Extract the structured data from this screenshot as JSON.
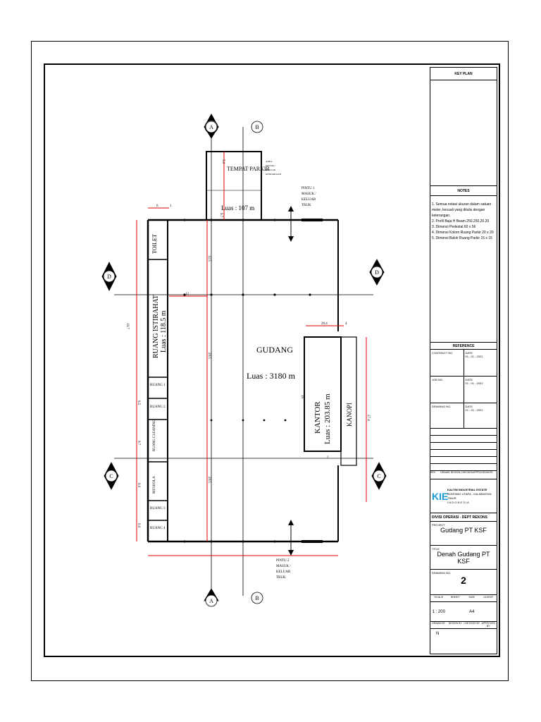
{
  "plan": {
    "gudang_label": "GUDANG",
    "gudang_area": "Luas : 3180 m",
    "kantor_label": "KANTOR",
    "kantor_area": "Luas : 203.85 m",
    "kanopi_label": "KANOPI",
    "tempat_parkir": "TEMPAT PARKIR",
    "parkir_area": "Luas : 107 m",
    "ruang_istirahat": "RUANG ISTIRAHAT",
    "istirahat_area": "Luas : 118.5 m",
    "toilet": "TOILET",
    "ruang_1": "RUANG 1",
    "ruang_2": "RUANG 2",
    "ruang_cleaning": "RUANG CLEANING",
    "mushola": "MUSHOLA",
    "ruang_3": "RUANG 3",
    "ruang_4": "RUANG 4",
    "pintu1": [
      "PINTU 1",
      "MASUK /",
      "KELUAR",
      "TRUK"
    ],
    "pintu2": [
      "PINTU 2",
      "MASUK /",
      "KELUAR",
      "TRUK"
    ],
    "area_masuk": [
      "AREA",
      "MASUK /",
      "KELUAR",
      "KENDARAAN"
    ],
    "section_a": "A",
    "section_b": "B",
    "section_c": "C",
    "section_d": "D",
    "dims": {
      "d_top": "6",
      "d_left_total": "19.7",
      "d_left_a": "9.5",
      "d_left_b": "9.7",
      "d_left_c": "6.0",
      "d_left_d": "6.0",
      "d_mid_12": "12",
      "d_mid_125": "12.5",
      "d_mid_205a": "20.5",
      "d_mid_205b": "20.5",
      "d_kanopi": "27.4",
      "d_kantor_w": "20.4",
      "d_kantor_h": "19",
      "d_two": "2",
      "d_four": "4",
      "d_one": "1",
      "d_parkir_h": "9.7",
      "d_parkir_w": "5.0"
    }
  },
  "titleblock": {
    "key_plan": "KEY PLAN",
    "notes_title": "NOTES",
    "notes": [
      "1. Semua notasi ukuran dalam satuan",
      "meter, kecuali yang ditulis dengan",
      "keterangan.",
      "2. Profil Baja H Beam 250.250.20.20",
      "3. Dimensi Pedestal 60 x 56",
      "4. Dimensi Kolom Ruang Parkir 20 x 20",
      "5. Dimensi Balok Ruang Parkir 15 x 15"
    ],
    "reference": "REFERENCE",
    "contract_no": "CONTRACT NO.",
    "job_no": "JOB NO.",
    "drawing_no": "DRAWING NO.",
    "date": "DATE",
    "date_val": "01 - 01 - 2021",
    "rev_cols": [
      "REV",
      "DRAWN",
      "DESIGN",
      "CHECKED",
      "APPROVED",
      "DATE"
    ],
    "company": "KALTIM INDUSTRIAL ESTATE",
    "company_sub": "BONTANG UTARA - KALIMANTAN TIMUR",
    "company_country": "I N D O N E S I A",
    "logo": "KIE",
    "division": "DIVISI OPERASI - DEPT REKONS",
    "project_label": "PROJECT",
    "project": "Gudang PT KSF",
    "title_label": "TITLE",
    "title": "Denah Gudang PT KSF",
    "drawing_no_label": "DRAWING NO.",
    "drawing_no_val": "2",
    "scale_label": "SCALE",
    "sheet_label": "SHEET",
    "size_label": "SIZE",
    "client_label": "CLIENT",
    "scale": "1 : 200",
    "size": "A4",
    "drawn_by": "DRAWN BY",
    "design_by": "DESIGN BY",
    "checked_by": "CHECKED BY",
    "approved_by": "APPROVED BY",
    "drawn_val": "N"
  },
  "colors": {
    "dim": "#e00000",
    "line": "#000000",
    "logo": "#1b9ad6"
  }
}
